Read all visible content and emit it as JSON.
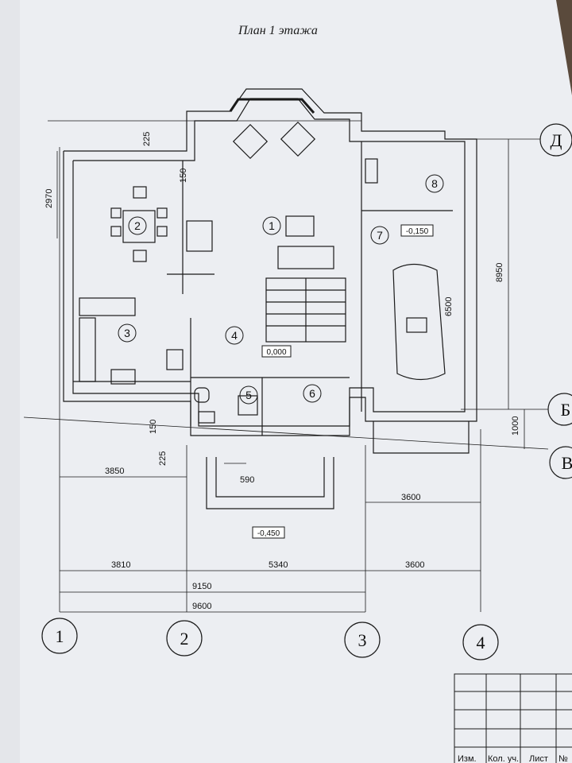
{
  "title": "План 1 этажа",
  "rooms": [
    "1",
    "2",
    "3",
    "4",
    "5",
    "6",
    "7",
    "8"
  ],
  "levels": {
    "main": "0,000",
    "garage": "-0,150",
    "porch": "-0,450"
  },
  "axes_num": [
    "1",
    "2",
    "3",
    "4"
  ],
  "axes_let": [
    "Д",
    "Б",
    "В"
  ],
  "dims": {
    "d225a": "225",
    "d150a": "150",
    "d2970": "2970",
    "d8950": "8950",
    "d6500": "6500",
    "d1000": "1000",
    "d150b": "150",
    "d225b": "225",
    "d3850": "3850",
    "d590": "590",
    "d3600a": "3600",
    "d3810": "3810",
    "d5340": "5340",
    "d3600b": "3600",
    "d9150": "9150",
    "d9600": "9600"
  },
  "title_block": {
    "c1": "Изм.",
    "c2": "Кол. уч.",
    "c3": "Лист",
    "c4": "№"
  }
}
